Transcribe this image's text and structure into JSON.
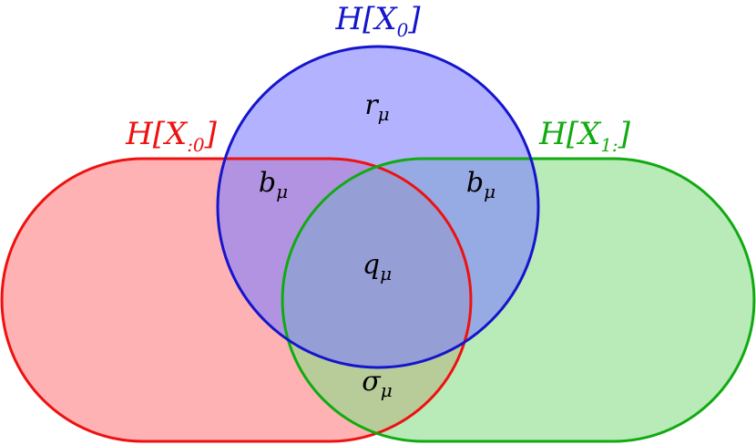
{
  "colors": {
    "red_stroke": "#ee1111",
    "red_fill": "#ff7f80",
    "green_stroke": "#11aa11",
    "green_fill": "#88dd88",
    "blue_stroke": "#1515cc",
    "blue_fill": "#7f7fff"
  },
  "sets": {
    "blue": {
      "base": "H[X",
      "sub": "0",
      "close": "]"
    },
    "red": {
      "base": "H[X",
      "sub": ":0",
      "close": "]"
    },
    "green": {
      "base": "H[X",
      "sub": "1:",
      "close": "]"
    }
  },
  "regions": {
    "top": {
      "base": "r",
      "sub": "μ"
    },
    "left": {
      "base": "b",
      "sub": "μ"
    },
    "right": {
      "base": "b",
      "sub": "μ"
    },
    "center": {
      "base": "q",
      "sub": "μ"
    },
    "bottom": {
      "base": "σ",
      "sub": "μ"
    }
  }
}
